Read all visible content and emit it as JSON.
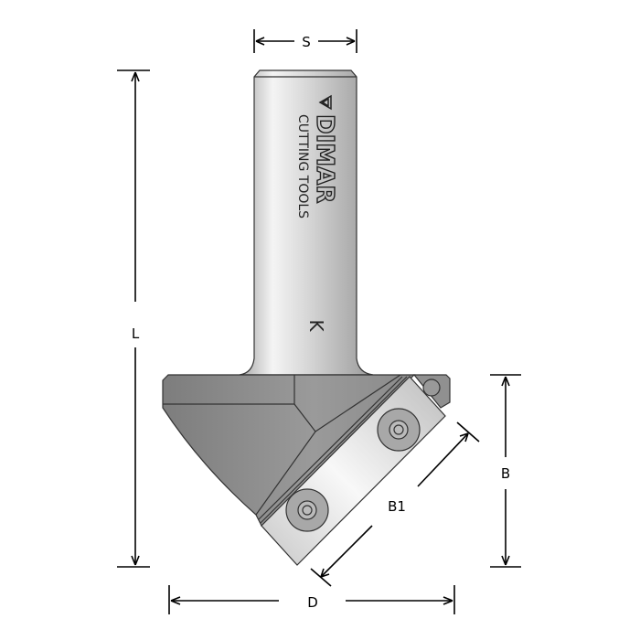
{
  "diagram": {
    "logo": {
      "brand": "DIMAR",
      "tagline": "CUTTING TOOLS",
      "mark": "K"
    },
    "dimensions": {
      "shank_diameter": "S",
      "total_length": "L",
      "cutting_height": "B",
      "blade_length": "B1",
      "diameter": "D"
    },
    "colors": {
      "body": "#8a8a8a",
      "shank": "#d0d0d0",
      "blade": "#e6e6e6",
      "line": "#000000"
    }
  }
}
